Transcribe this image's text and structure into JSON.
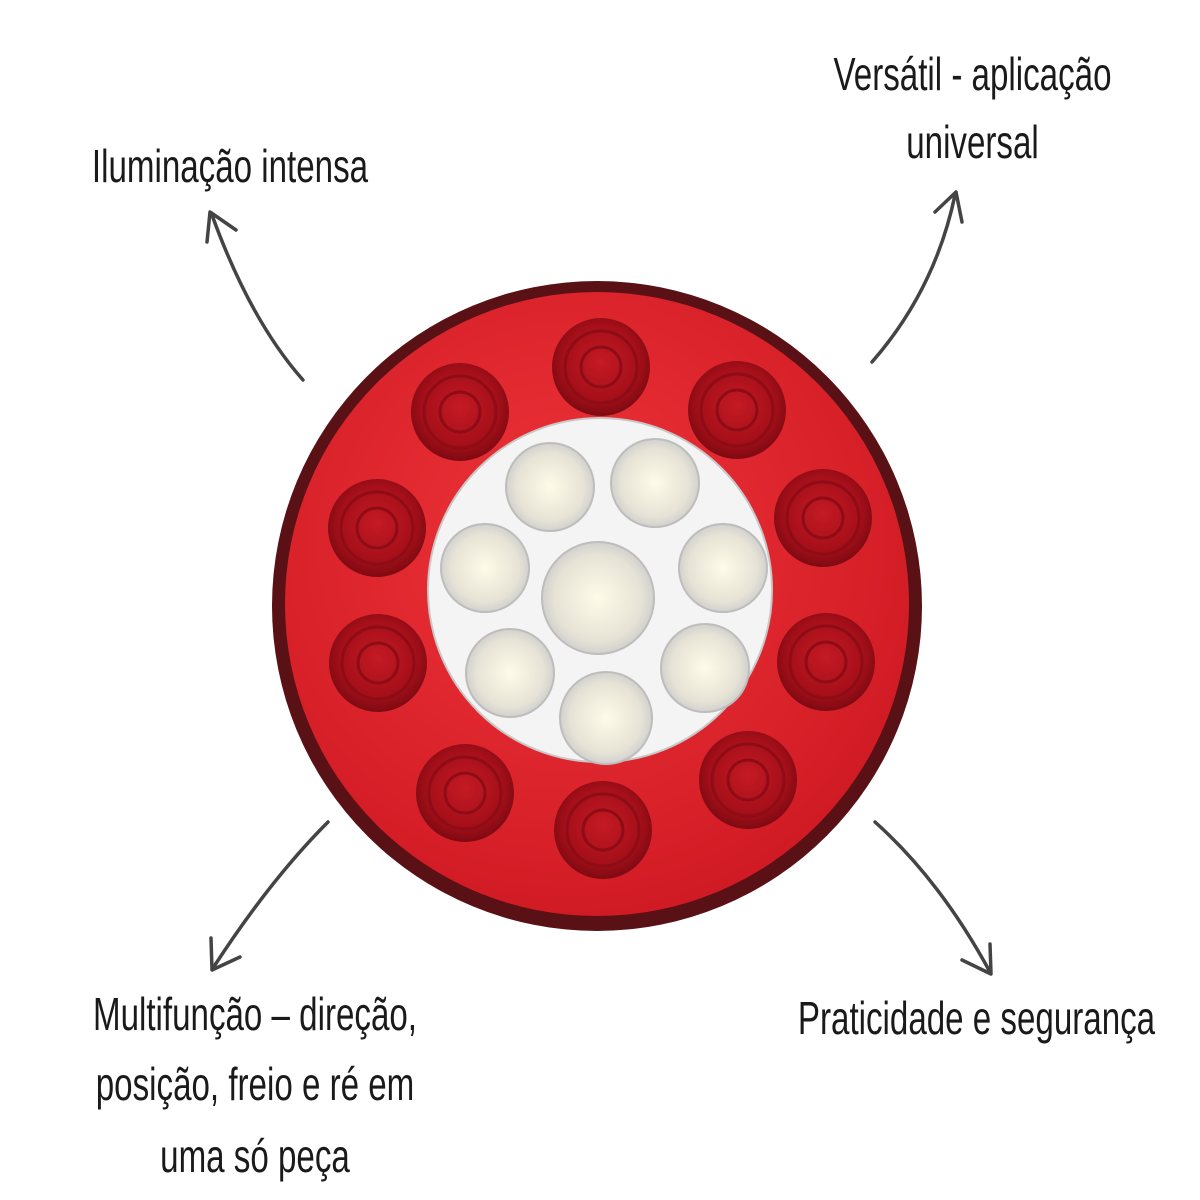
{
  "labels": {
    "top_left": "Iluminação intensa",
    "top_right_line1": "Versátil - aplicação",
    "top_right_line2": "universal",
    "bottom_left_line1": "Multifunção – direção,",
    "bottom_left_line2": "posição, freio e ré em",
    "bottom_left_line3": "uma só peça",
    "bottom_right": "Praticidade e segurança"
  },
  "colors": {
    "lens_red": "#e2242b",
    "rim_dark": "#5a1116",
    "led_red": "#b3121c",
    "center_white": "#f4f4f4",
    "arrow": "#444444"
  }
}
